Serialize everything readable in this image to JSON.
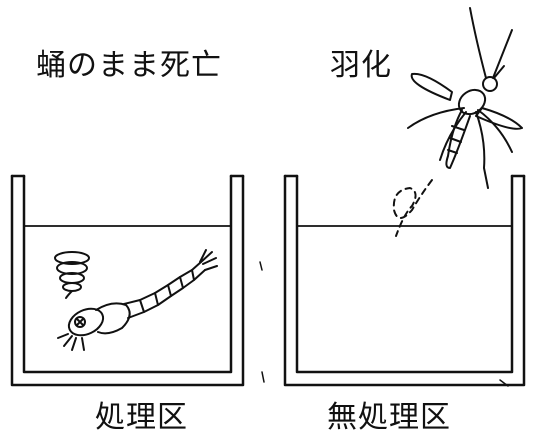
{
  "labels": {
    "treated_result": "蛹のまま死亡",
    "untreated_result": "羽化",
    "treated_area": "処理区",
    "untreated_area": "無処理区"
  },
  "colors": {
    "ink": "#111111",
    "background": "#ffffff"
  },
  "icons": {
    "dead_pupa": "dead-pupa-icon",
    "spiral": "spiral-icon",
    "mosquito": "mosquito-icon",
    "flight_path": "flight-path-icon"
  }
}
